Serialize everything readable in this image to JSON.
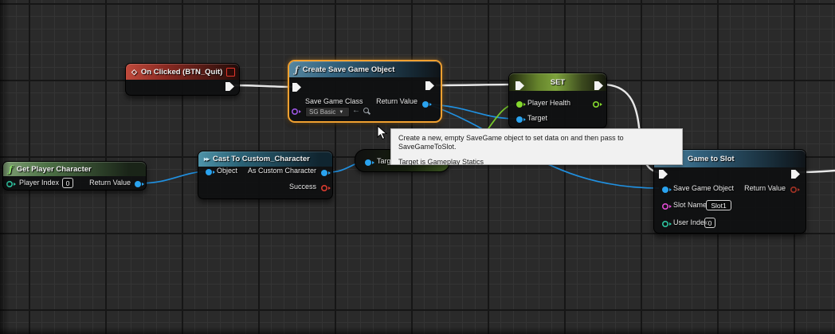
{
  "icons": {
    "event": "◇",
    "function": "ƒ",
    "cast": "▸▸",
    "dropdown_caret": "▼",
    "use_asset_arrow": "←"
  },
  "colors": {
    "exec_wire": "#e8e8e8",
    "object_pin": "#2aa3ef",
    "float_pin": "#85d92e",
    "class_pin": "#9a55e0",
    "int_pin": "#2ec4a0",
    "string_pin": "#e04ad2",
    "bool_pin": "#d83b2f",
    "selection_outline": "#f0a030",
    "tooltip_bg": "#f1f1f1",
    "grid_bg": "#2a2a2a"
  },
  "nodes": {
    "on_clicked": {
      "title": "On Clicked (BTN_Quit)"
    },
    "create_save_game": {
      "title": "Create Save Game Object",
      "save_game_class_label": "Save Game Class",
      "class_value": "SG Basic",
      "return_value_label": "Return Value"
    },
    "set_player_health": {
      "title": "SET",
      "player_health_label": "Player Health",
      "target_label": "Target"
    },
    "get_player_character": {
      "title": "Get Player Character",
      "player_index_label": "Player Index",
      "player_index_value": "0",
      "return_value_label": "Return Value"
    },
    "cast_to_custom_character": {
      "title": "Cast To Custom_Character",
      "object_label": "Object",
      "as_custom_character_label": "As Custom Character",
      "success_label": "Success"
    },
    "health_getter": {
      "target_label": "Targ"
    },
    "save_game_to_slot": {
      "title": "Game to Slot",
      "save_game_object_label": "Save Game Object",
      "return_value_label": "Return Value",
      "slot_name_label": "Slot Name",
      "slot_name_value": "Slot1",
      "user_index_label": "User Index",
      "user_index_value": "0"
    }
  },
  "tooltip": {
    "line1": "Create a new, empty SaveGame object to set data on and then pass to SaveGameToSlot.",
    "line2": "Target is Gameplay Statics"
  }
}
